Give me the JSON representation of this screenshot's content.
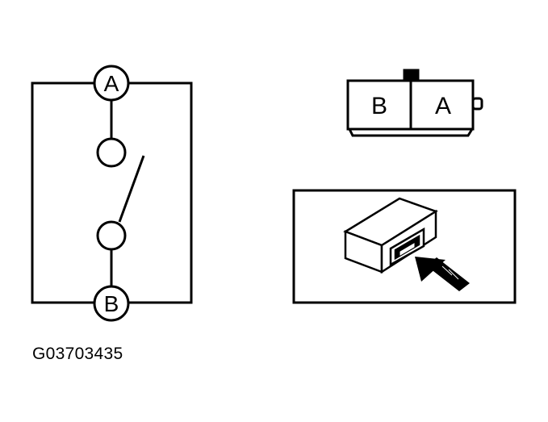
{
  "diagram": {
    "switch_schematic": {
      "terminal_top": "A",
      "terminal_bottom": "B"
    },
    "connector": {
      "cavity_left": "B",
      "cavity_right": "A"
    },
    "figure_id": "G03703435"
  }
}
